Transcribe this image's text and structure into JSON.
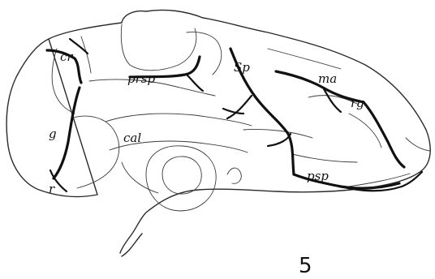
{
  "figure": {
    "number": "5",
    "labels": {
      "cr": "cr",
      "prsp": "prsp",
      "sp": "Sp",
      "ma": "ma",
      "rg": "rg",
      "g": "g",
      "cal": "cal",
      "r": "r",
      "psp": "psp"
    }
  }
}
